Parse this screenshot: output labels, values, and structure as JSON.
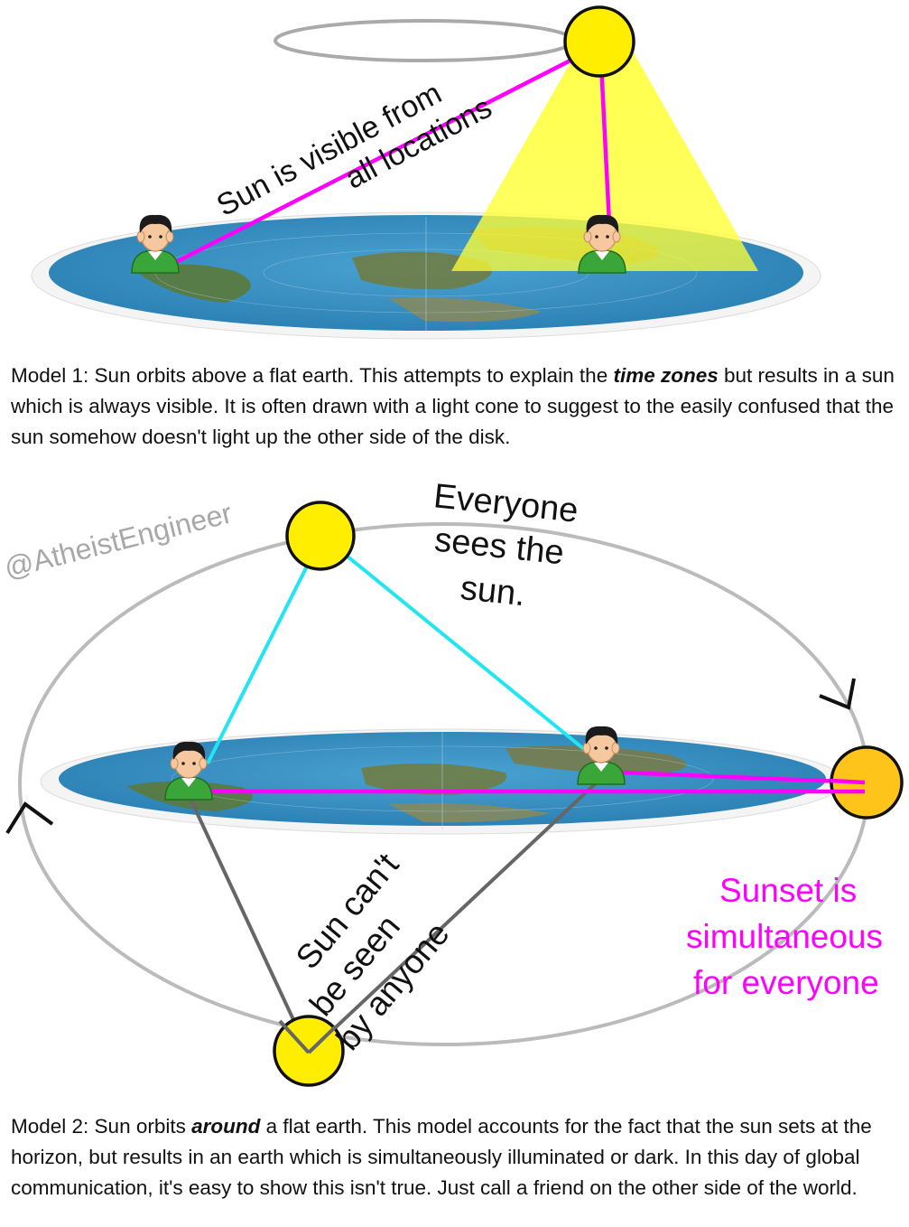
{
  "model1": {
    "label": "Sun is visible from",
    "label_line2": "all locations",
    "caption": {
      "before": "Model 1: Sun orbits above a flat earth. This attempts to explain the ",
      "emphasis": "time zones",
      "after": " but results in a sun which is always visible.  It is often drawn with a light cone to suggest to the easily confused that the sun somehow doesn't light up the other side of the disk."
    }
  },
  "model2": {
    "watermark": "@AtheistEngineer",
    "everyone_line1": "Everyone",
    "everyone_line2": "sees the",
    "everyone_line3": "sun.",
    "cant_line1": "Sun can't",
    "cant_line2": "be seen",
    "cant_line3": "by anyone",
    "sunset_line1": "Sunset is",
    "sunset_line2": "simultaneous",
    "sunset_line3": "for everyone",
    "caption": {
      "before": "Model 2: Sun orbits ",
      "emphasis": "around",
      "after": " a flat earth. This model accounts for the fact that the sun sets at the horizon, but results in an earth which is simultaneously illuminated or dark. In this day of global communication, it's easy to show this isn't true. Just call a friend on the other side of the world."
    }
  },
  "colors": {
    "sun": "#ffee00",
    "sun_setting": "#ffc41a",
    "magenta": "#ff00ff",
    "cyan": "#22e5f2",
    "gray": "#666666",
    "ocean": "#3a8fc0",
    "orbit": "#bbbbbb"
  }
}
